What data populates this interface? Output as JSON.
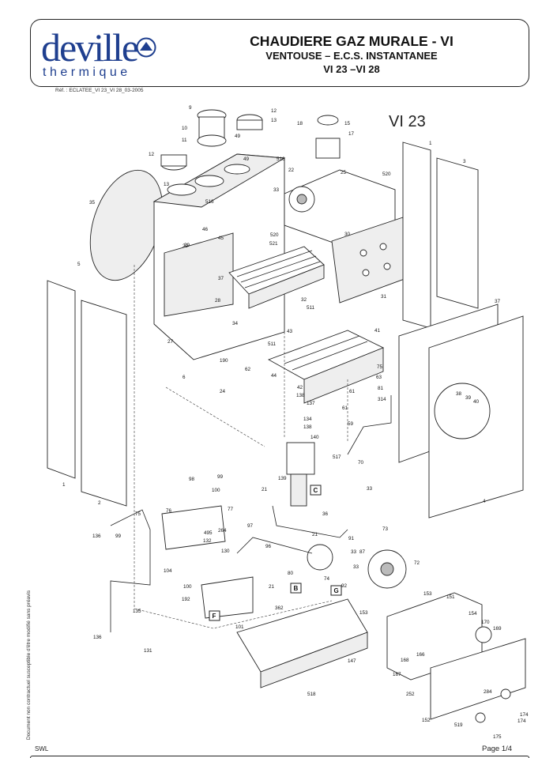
{
  "header": {
    "logo_word": "deville",
    "logo_sub": "thermique",
    "title": "CHAUDIERE GAZ MURALE - VI",
    "subtitle1": "VENTOUSE – E.C.S. INSTANTANEE",
    "subtitle2": "VI 23 –VI 28"
  },
  "reference": "Réf. : ECLATEE_VI 23_VI 28_03-2005",
  "model_label": "VI 23",
  "side_note": "Document non contractuel susceptible d'être modifié sans préavis",
  "footer": {
    "left": "SWL",
    "page": "Page 1/4"
  },
  "colors": {
    "brand_blue": "#1f3f8f",
    "line": "#222222"
  },
  "part_labels": [
    "9",
    "12",
    "13",
    "10",
    "11",
    "49",
    "49",
    "516",
    "12",
    "13",
    "35",
    "33",
    "5",
    "516",
    "18",
    "15",
    "17",
    "22",
    "25",
    "520",
    "1",
    "3",
    "46",
    "45",
    "29",
    "28",
    "520",
    "521",
    "30",
    "27",
    "37",
    "32",
    "511",
    "31",
    "43",
    "41",
    "34",
    "511",
    "190",
    "62",
    "24",
    "6",
    "37",
    "44",
    "42",
    "138",
    "137",
    "75",
    "63",
    "61",
    "81",
    "314",
    "134",
    "138",
    "140",
    "59",
    "61",
    "1",
    "2",
    "517",
    "70",
    "38",
    "39",
    "40",
    "98",
    "99",
    "100",
    "21",
    "136",
    "139",
    "C",
    "36",
    "4",
    "75",
    "76",
    "77",
    "99",
    "97",
    "73",
    "91",
    "495",
    "264",
    "132",
    "130",
    "96",
    "104",
    "80",
    "74",
    "21",
    "87",
    "33",
    "72",
    "100",
    "21",
    "33",
    "92",
    "B",
    "G",
    "192",
    "F",
    "362",
    "101",
    "153",
    "151",
    "135",
    "153",
    "154",
    "170",
    "169",
    "136",
    "147",
    "168",
    "166",
    "167",
    "131",
    "518",
    "252",
    "284",
    "174",
    "174",
    "152",
    "519",
    "175",
    "33",
    "29"
  ],
  "box_letters": [
    "C",
    "B",
    "G",
    "F"
  ]
}
